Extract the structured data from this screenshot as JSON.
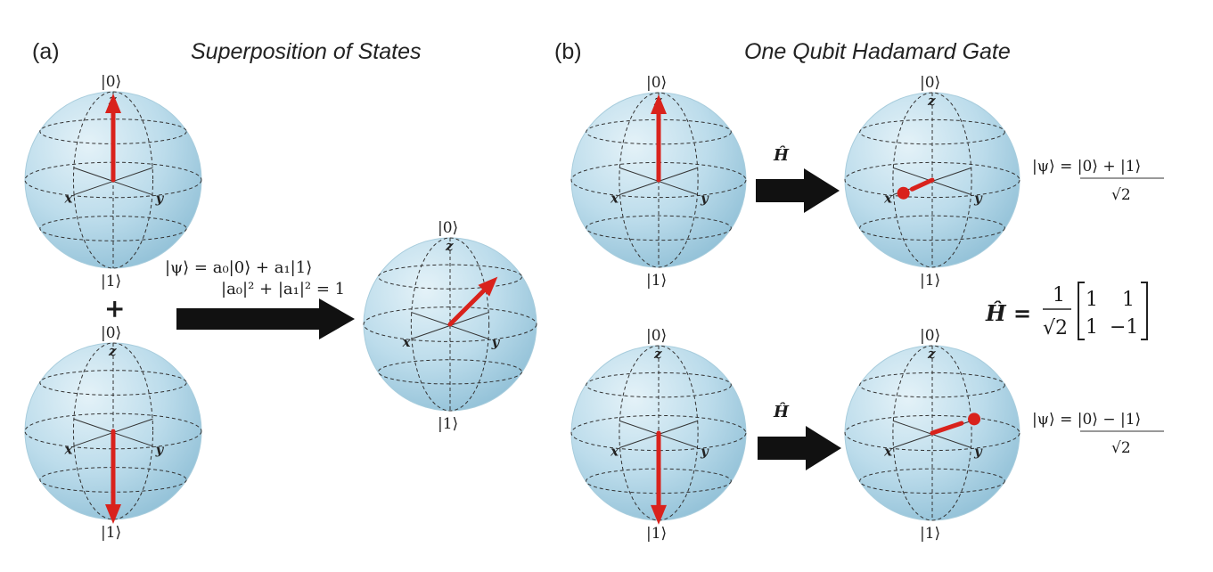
{
  "panels": [
    {
      "label": "(a)",
      "title": "Superposition of States"
    },
    {
      "label": "(b)",
      "title": "One Qubit Hadamard Gate"
    }
  ],
  "sphere_labels": {
    "top": "|0⟩",
    "bottom": "|1⟩",
    "axis_x": "x",
    "axis_y": "y",
    "axis_z": "z"
  },
  "plus_sign": "+",
  "superposition": {
    "state_eq": "|ψ⟩ = a₀|0⟩ + a₁|1⟩",
    "norm_eq": "|a₀|² + |a₁|² = 1"
  },
  "hadamard": {
    "gate_label": "Ĥ",
    "plus_numerator": "|ψ⟩ = |0⟩ + |1⟩",
    "minus_numerator": "|ψ⟩ = |0⟩ − |1⟩",
    "denominator": "√2",
    "matrix_lhs": "Ĥ =",
    "matrix_coef_num": "1",
    "matrix_coef_den": "√2",
    "matrix_rows": [
      [
        "1",
        "1"
      ],
      [
        "1",
        "−1"
      ]
    ]
  },
  "colors": {
    "sphere_fill": "#b7d9e8",
    "vector": "#d9221c",
    "arrow": "#111111"
  }
}
